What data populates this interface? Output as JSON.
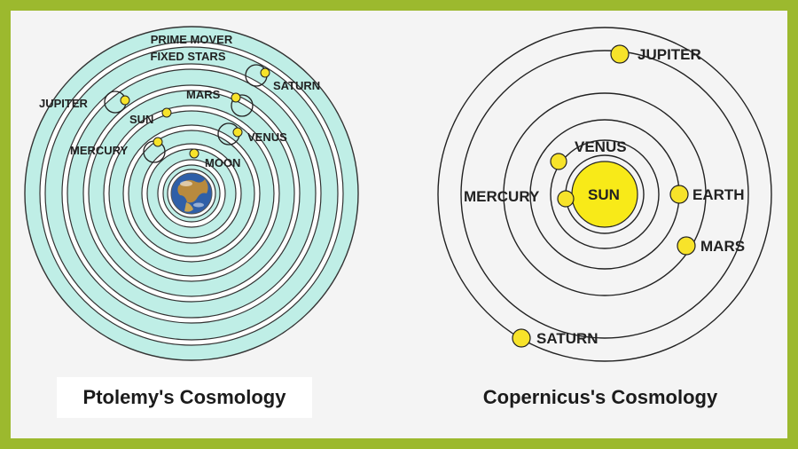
{
  "ptolemy": {
    "caption": "Ptolemy's Cosmology",
    "labels": {
      "prime_mover": "PRIME MOVER",
      "fixed_stars": "FIXED STARS",
      "saturn": "SATURN",
      "jupiter": "JUPITER",
      "mars": "MARS",
      "sun": "SUN",
      "venus": "VENUS",
      "mercury": "MERCURY",
      "moon": "MOON"
    }
  },
  "copernicus": {
    "caption": "Copernicus's Cosmology",
    "labels": {
      "sun": "SUN",
      "venus": "VENUS",
      "mercury": "MERCURY",
      "earth": "EARTH",
      "mars": "MARS",
      "jupiter": "JUPITER",
      "saturn": "SATURN"
    }
  },
  "colors": {
    "border": "#9cb92e",
    "background": "#f4f4f4",
    "ptolemy_band": "#bfeee6",
    "planet": "#f7e32a",
    "sun": "#f8ea18",
    "outline": "#1a1a1a",
    "earth_ocean": "#2f5fa8",
    "earth_land": "#b88a3e"
  }
}
